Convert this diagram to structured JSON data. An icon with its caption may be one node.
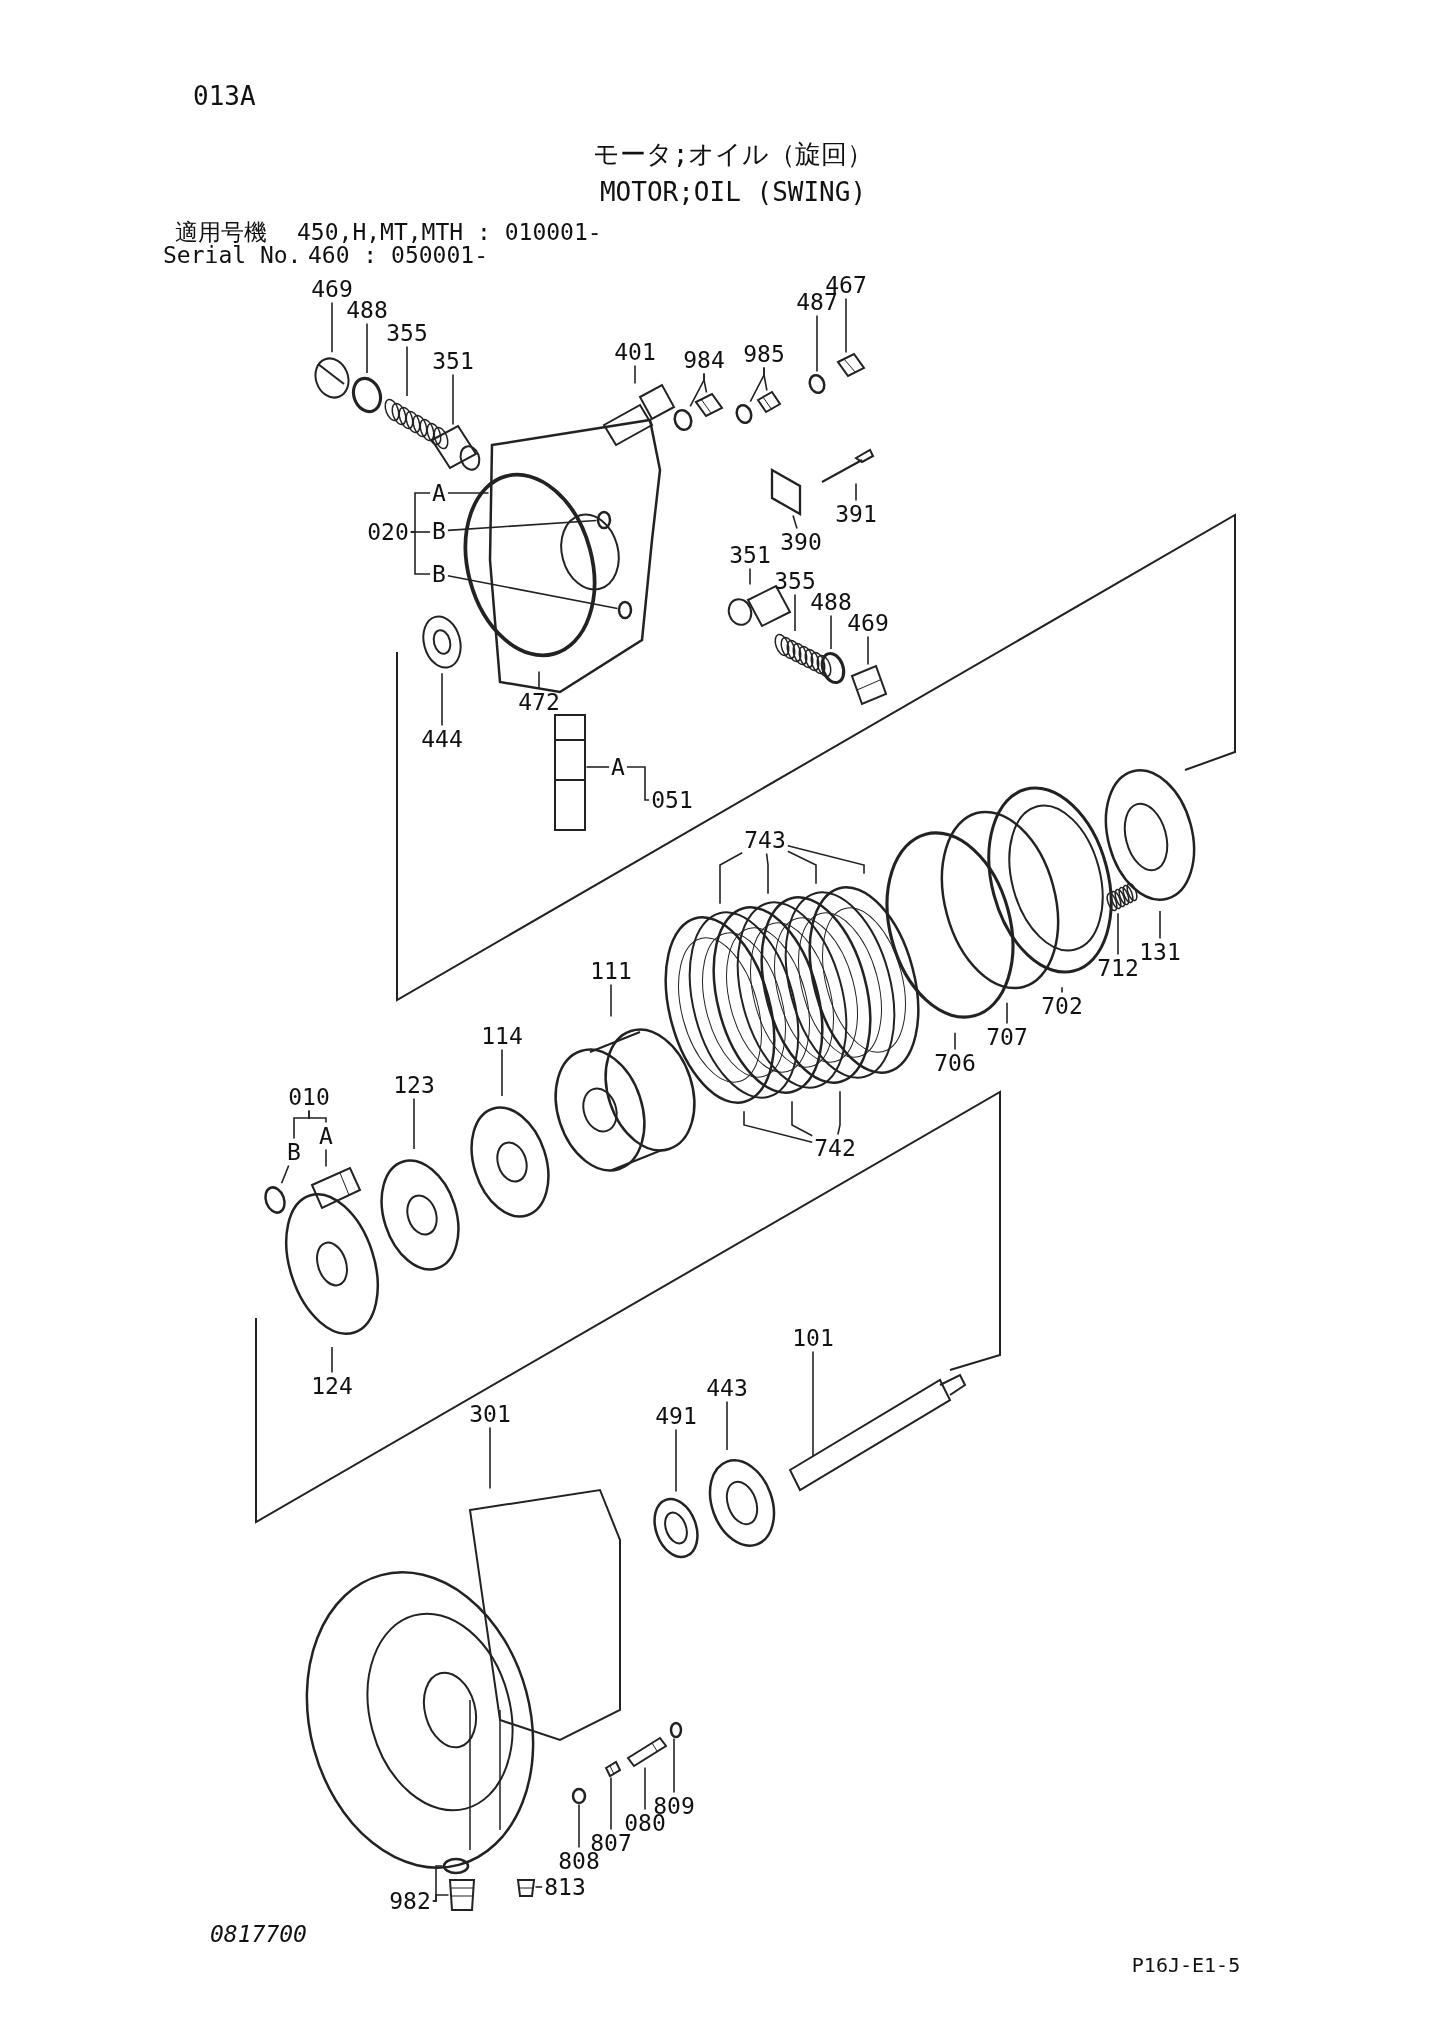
{
  "diagram": {
    "title": "モータ;オイル（旋回）",
    "nodes": [
      {
        "text": [
          "469"
        ]
      },
      {
        "text": [
          "488"
        ]
      },
      {
        "text": [
          "355"
        ]
      },
      {
        "text": [
          "351"
        ]
      },
      {
        "text": [
          "401"
        ]
      },
      {
        "text": [
          "984"
        ]
      },
      {
        "text": [
          "985"
        ]
      },
      {
        "text": [
          "487"
        ]
      },
      {
        "text": [
          "467"
        ]
      },
      {
        "text": [
          "391"
        ]
      },
      {
        "text": [
          "390"
        ]
      },
      {
        "text": [
          "020"
        ]
      },
      {
        "text": [
          "A"
        ]
      },
      {
        "text": [
          "B"
        ]
      },
      {
        "text": [
          "B"
        ]
      },
      {
        "text": [
          "351"
        ]
      },
      {
        "text": [
          "355"
        ]
      },
      {
        "text": [
          "488"
        ]
      },
      {
        "text": [
          "469"
        ]
      },
      {
        "text": [
          "472"
        ]
      },
      {
        "text": [
          "444"
        ]
      },
      {
        "text": [
          "051"
        ]
      },
      {
        "text": [
          "A"
        ]
      },
      {
        "text": [
          "743"
        ]
      },
      {
        "text": [
          "131"
        ]
      },
      {
        "text": [
          "712"
        ]
      },
      {
        "text": [
          "702"
        ]
      },
      {
        "text": [
          "707"
        ]
      },
      {
        "text": [
          "706"
        ]
      },
      {
        "text": [
          "111"
        ]
      },
      {
        "text": [
          "114"
        ]
      },
      {
        "text": [
          "123"
        ]
      },
      {
        "text": [
          "010"
        ]
      },
      {
        "text": [
          "A"
        ]
      },
      {
        "text": [
          "B"
        ]
      },
      {
        "text": [
          "742"
        ]
      },
      {
        "text": [
          "124"
        ]
      },
      {
        "text": [
          "301"
        ]
      },
      {
        "text": [
          "491"
        ]
      },
      {
        "text": [
          "443"
        ]
      },
      {
        "text": [
          "101"
        ]
      },
      {
        "text": [
          "982"
        ]
      },
      {
        "text": [
          "813"
        ]
      },
      {
        "text": [
          "808"
        ]
      },
      {
        "text": [
          "807"
        ]
      },
      {
        "text": [
          "080"
        ]
      },
      {
        "text": [
          "809"
        ]
      },
      {
        "text": [],
        "shape": "picture"
      },
      {
        "text": [],
        "shape": "circle"
      },
      {
        "text": [],
        "shape": "picture"
      },
      {
        "text": [],
        "shape": "picture"
      },
      {
        "text": [],
        "shape": "picture"
      },
      {
        "text": [],
        "shape": "circle"
      },
      {
        "text": [],
        "shape": "picture"
      },
      {
        "text": [],
        "shape": "circle"
      },
      {
        "text": [],
        "shape": "picture"
      },
      {
        "text": [],
        "shape": "circle"
      },
      {
        "text": [],
        "shape": "picture"
      },
      {
        "text": [],
        "shape": "picture"
      },
      {
        "text": [],
        "shape": "box"
      },
      {
        "text": [],
        "shape": "picture"
      },
      {
        "text": [],
        "shape": "circle",
        "in": 60
      },
      {
        "text": [],
        "shape": "circle",
        "in": 60
      },
      {
        "text": [],
        "shape": "picture"
      },
      {
        "text": [],
        "shape": "picture"
      },
      {
        "text": [],
        "shape": "circle"
      },
      {
        "text": [],
        "shape": "picture"
      },
      {
        "text": [],
        "shape": "circle"
      },
      {
        "text": [],
        "shape": "picture"
      },
      {
        "text": [],
        "shape": "picture"
      },
      {
        "text": [],
        "shape": "picture"
      },
      {
        "text": [],
        "shape": "picture"
      },
      {
        "text": [],
        "shape": "picture"
      },
      {
        "text": [],
        "shape": "picture"
      },
      {
        "text": [],
        "shape": "picture"
      },
      {
        "text": [],
        "shape": "picture"
      },
      {
        "text": [],
        "shape": "picture"
      },
      {
        "text": [],
        "shape": "circle"
      },
      {
        "text": [],
        "shape": "circle"
      },
      {
        "text": [],
        "shape": "picture"
      },
      {
        "text": [],
        "shape": "picture"
      },
      {
        "text": [],
        "shape": "picture"
      },
      {
        "text": [],
        "shape": "picture"
      },
      {
        "text": [],
        "shape": "circle"
      },
      {
        "text": [],
        "shape": "picture"
      },
      {
        "text": [],
        "shape": "picture"
      },
      {
        "text": [],
        "shape": "picture"
      },
      {
        "text": [],
        "shape": "picture"
      },
      {
        "text": [],
        "shape": "picture"
      },
      {
        "text": [],
        "shape": "picture"
      },
      {
        "text": [],
        "shape": "picture"
      },
      {
        "text": [],
        "shape": "picture"
      },
      {
        "text": [],
        "shape": "circle"
      },
      {
        "text": [],
        "shape": "picture"
      },
      {
        "text": [],
        "shape": "picture"
      },
      {
        "text": [],
        "shape": "circle"
      },
      {
        "text": [],
        "shape": "picture"
      },
      {
        "text": [],
        "shape": "picture"
      },
      {
        "text": [],
        "shape": "circle"
      }
    ],
    "edges": [
      {
        "from": 0,
        "to": 47,
        "arrow": "none"
      },
      {
        "from": 1,
        "to": 48,
        "arrow": "none"
      },
      {
        "from": 2,
        "to": 49,
        "arrow": "none"
      },
      {
        "from": 3,
        "to": 50,
        "arrow": "none"
      },
      {
        "from": 4,
        "to": 51,
        "arrow": "none"
      },
      {
        "from": 5,
        "to": 52,
        "arrow": "none"
      },
      {
        "from": 5,
        "to": 53,
        "arrow": "none"
      },
      {
        "from": 6,
        "to": 54,
        "arrow": "none"
      },
      {
        "from": 6,
        "to": 55,
        "arrow": "none"
      },
      {
        "from": 7,
        "to": 56,
        "arrow": "none"
      },
      {
        "from": 8,
        "to": 57,
        "arrow": "none"
      },
      {
        "from": 9,
        "to": 58,
        "arrow": "none"
      },
      {
        "from": 10,
        "to": 59,
        "arrow": "none"
      },
      {
        "from": 11,
        "to": 12,
        "arrow": "none"
      },
      {
        "from": 11,
        "to": 13,
        "arrow": "none"
      },
      {
        "from": 11,
        "to": 14,
        "arrow": "none"
      },
      {
        "from": 12,
        "to": 60,
        "arrow": "none"
      },
      {
        "from": 13,
        "to": 61,
        "arrow": "none"
      },
      {
        "from": 14,
        "to": 62,
        "arrow": "none"
      },
      {
        "from": 15,
        "to": 63,
        "arrow": "none"
      },
      {
        "from": 16,
        "to": 64,
        "arrow": "none"
      },
      {
        "from": 17,
        "to": 65,
        "arrow": "none"
      },
      {
        "from": 18,
        "to": 66,
        "arrow": "none"
      },
      {
        "from": 19,
        "to": 67,
        "arrow": "none"
      },
      {
        "from": 20,
        "to": 68,
        "arrow": "none"
      },
      {
        "from": 21,
        "to": 22,
        "arrow": "none"
      },
      {
        "from": 22,
        "to": 69,
        "arrow": "none"
      },
      {
        "from": 23,
        "to": 70,
        "arrow": "none"
      },
      {
        "from": 23,
        "to": 71,
        "arrow": "none"
      },
      {
        "from": 23,
        "to": 72,
        "arrow": "none"
      },
      {
        "from": 23,
        "to": 73,
        "arrow": "none"
      },
      {
        "from": 24,
        "to": 74,
        "arrow": "none"
      },
      {
        "from": 25,
        "to": 75,
        "arrow": "none"
      },
      {
        "from": 26,
        "to": 76,
        "arrow": "none"
      },
      {
        "from": 27,
        "to": 77,
        "arrow": "none"
      },
      {
        "from": 28,
        "to": 78,
        "arrow": "none"
      },
      {
        "from": 29,
        "to": 79,
        "arrow": "none"
      },
      {
        "from": 30,
        "to": 80,
        "arrow": "none"
      },
      {
        "from": 31,
        "to": 81,
        "arrow": "none"
      },
      {
        "from": 32,
        "to": 33,
        "arrow": "none"
      },
      {
        "from": 32,
        "to": 34,
        "arrow": "none"
      },
      {
        "from": 33,
        "to": 82,
        "arrow": "none"
      },
      {
        "from": 34,
        "to": 83,
        "arrow": "none"
      },
      {
        "from": 35,
        "to": 84,
        "arrow": "none"
      },
      {
        "from": 35,
        "to": 85,
        "arrow": "none"
      },
      {
        "from": 35,
        "to": 86,
        "arrow": "none"
      },
      {
        "from": 36,
        "to": 87,
        "arrow": "none"
      },
      {
        "from": 37,
        "to": 88,
        "arrow": "none"
      },
      {
        "from": 38,
        "to": 89,
        "arrow": "none"
      },
      {
        "from": 39,
        "to": 90,
        "arrow": "none"
      },
      {
        "from": 40,
        "to": 91,
        "arrow": "none"
      },
      {
        "from": 41,
        "to": 92,
        "arrow": "none"
      },
      {
        "from": 41,
        "to": 93,
        "arrow": "none"
      },
      {
        "from": 42,
        "to": 94,
        "arrow": "none"
      },
      {
        "from": 43,
        "to": 95,
        "arrow": "none"
      },
      {
        "from": 44,
        "to": 96,
        "arrow": "none"
      },
      {
        "from": 45,
        "to": 97,
        "arrow": "none"
      },
      {
        "from": 46,
        "to": 98,
        "arrow": "none"
      }
    ],
    "labels": [
      "013A",
      "MOTOR;OIL (SWING)",
      "適用号機",
      "450,H,MT,MTH : 010001-",
      "Serial No.",
      "460 : 050001-",
      "0817700",
      "P16J-E1-5"
    ]
  }
}
